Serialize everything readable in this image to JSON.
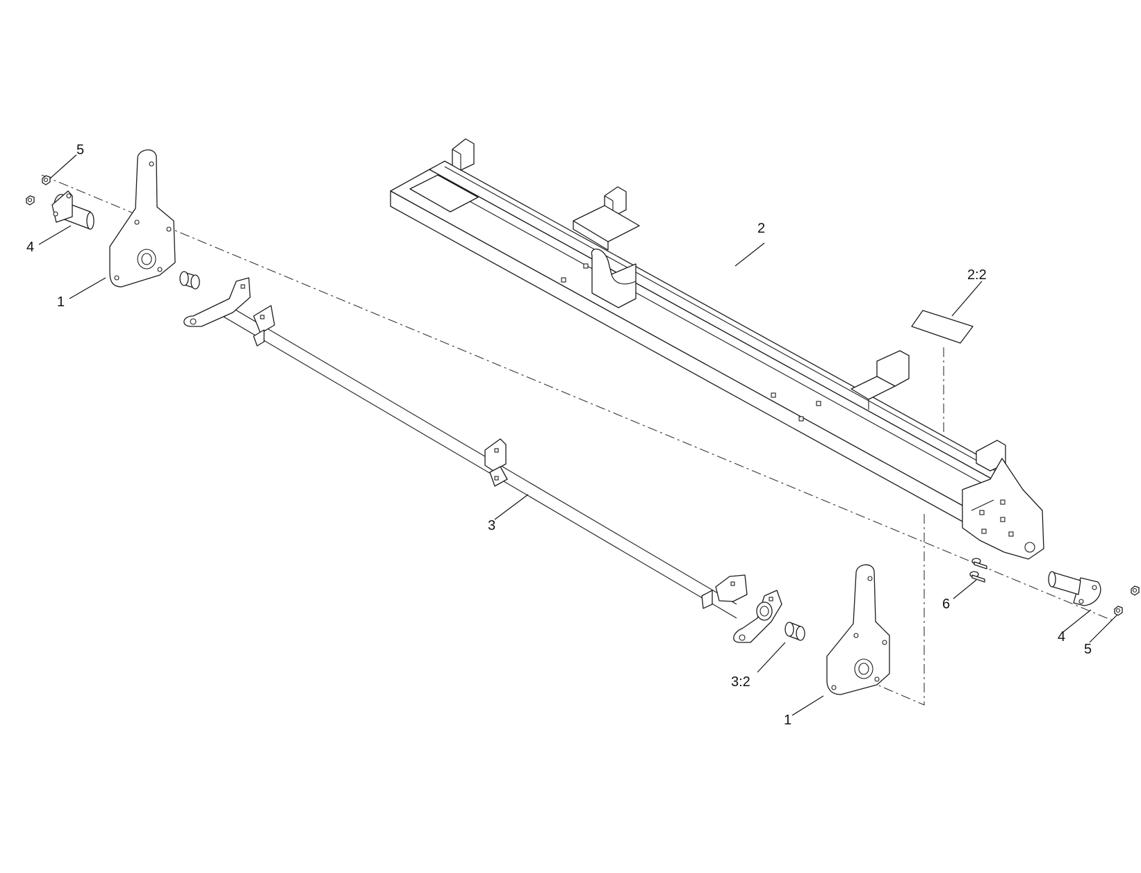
{
  "diagram": {
    "callouts": {
      "c5_top": "5",
      "c4_left": "4",
      "c1_left": "1",
      "c2": "2",
      "c2_2": "2:2",
      "c3": "3",
      "c6": "6",
      "c4_right": "4",
      "c5_right": "5",
      "c3_2": "3:2",
      "c1_right": "1"
    }
  }
}
